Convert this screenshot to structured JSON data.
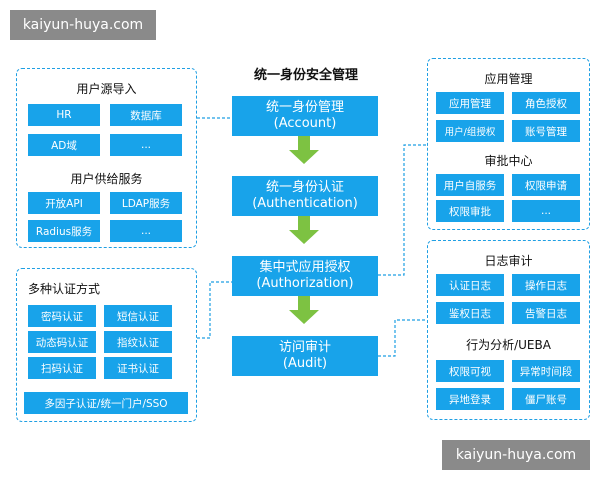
{
  "watermark": "kaiyun-huya.com",
  "main_title": "统一身份安全管理",
  "center_steps": [
    {
      "zh": "统一身份管理",
      "en": "(Account)"
    },
    {
      "zh": "统一身份认证",
      "en": "(Authentication)"
    },
    {
      "zh": "集中式应用授权",
      "en": "(Authorization)"
    },
    {
      "zh": "访问审计",
      "en": "(Audit)"
    }
  ],
  "left_top": {
    "section1_title": "用户源导入",
    "section1_items": [
      "HR",
      "数据库",
      "AD域",
      "..."
    ],
    "section2_title": "用户供给服务",
    "section2_items": [
      "开放API",
      "LDAP服务",
      "Radius服务",
      "..."
    ]
  },
  "left_bottom": {
    "title": "多种认证方式",
    "items": [
      "密码认证",
      "短信认证",
      "动态码认证",
      "指纹认证",
      "扫码认证",
      "证书认证"
    ],
    "wide_item": "多因子认证/统一门户/SSO"
  },
  "right_top": {
    "section1_title": "应用管理",
    "section1_items": [
      "应用管理",
      "角色授权",
      "用户/组授权",
      "账号管理"
    ],
    "section2_title": "审批中心",
    "section2_items": [
      "用户自服务",
      "权限申请",
      "权限审批",
      "..."
    ]
  },
  "right_bottom": {
    "section1_title": "日志审计",
    "section1_items": [
      "认证日志",
      "操作日志",
      "鉴权日志",
      "告警日志"
    ],
    "section2_title": "行为分析/UEBA",
    "section2_items": [
      "权限可视",
      "异常时间段",
      "异地登录",
      "僵尸账号"
    ]
  },
  "colors": {
    "box": "#18a3ea",
    "arrow": "#7dc242",
    "border": "#1f9fe3"
  }
}
